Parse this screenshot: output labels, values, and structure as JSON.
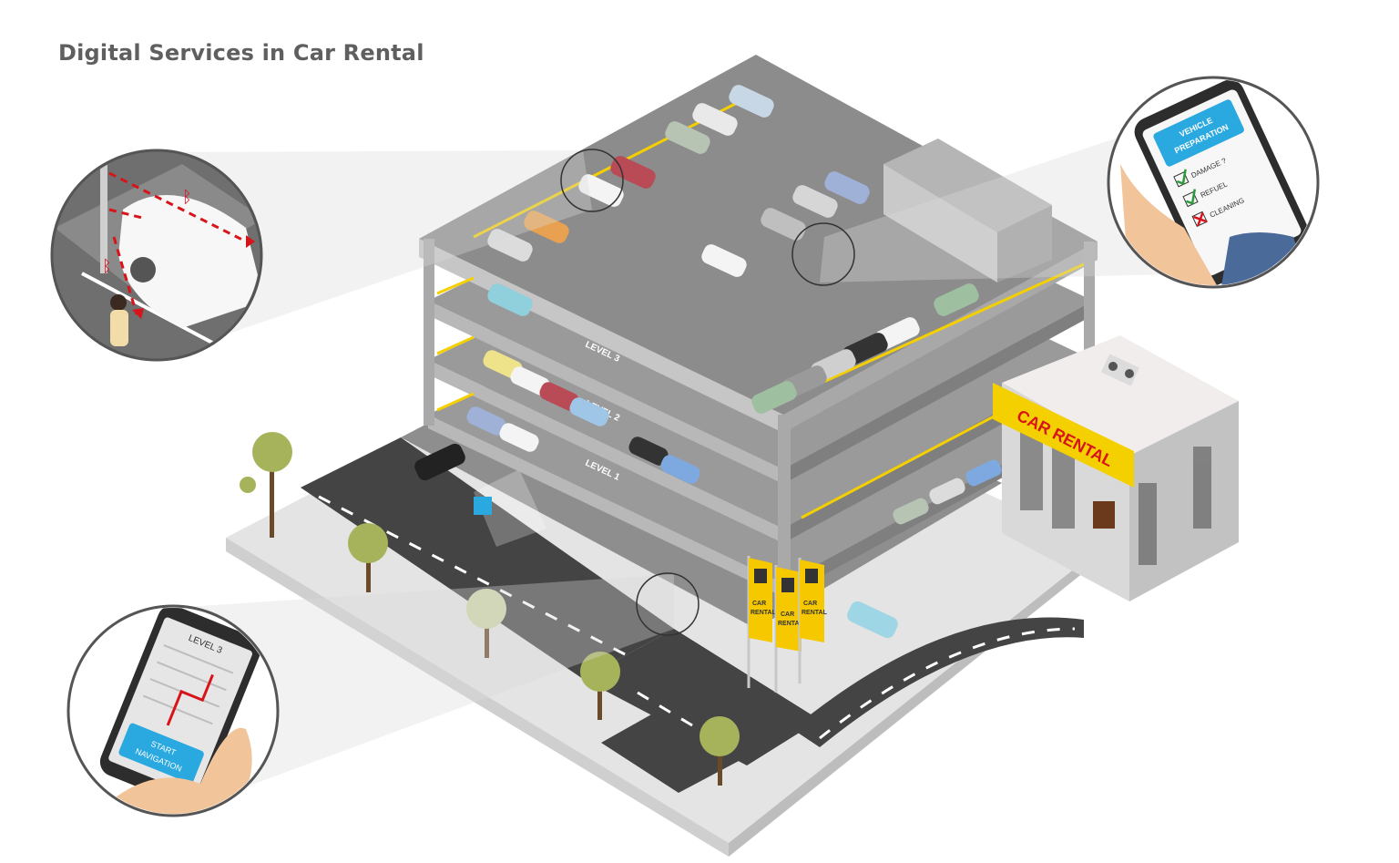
{
  "title": "Digital Services in Car Rental",
  "levels": {
    "level1": "LEVEL 1",
    "level2": "LEVEL 2",
    "level3": "LEVEL 3"
  },
  "building_sign": "CAR RENTAL",
  "banner_line1": "CAR",
  "banner_line2": "RENTAL",
  "checklist_phone": {
    "header_line1": "VEHICLE",
    "header_line2": "PREPARATION",
    "items": [
      {
        "label": "DAMAGE ?",
        "status": "check"
      },
      {
        "label": "REFUEL",
        "status": "check"
      },
      {
        "label": "CLEANING",
        "status": "cross"
      }
    ]
  },
  "nav_phone": {
    "level": "LEVEL 3",
    "button_line1": "START",
    "button_line2": "NAVIGATION"
  },
  "colors": {
    "title": "#5f5f5f",
    "accent_yellow": "#f5d000",
    "accent_red": "#d7141a",
    "screen_blue": "#2aa8e0",
    "concrete": "#9a9a9a"
  }
}
